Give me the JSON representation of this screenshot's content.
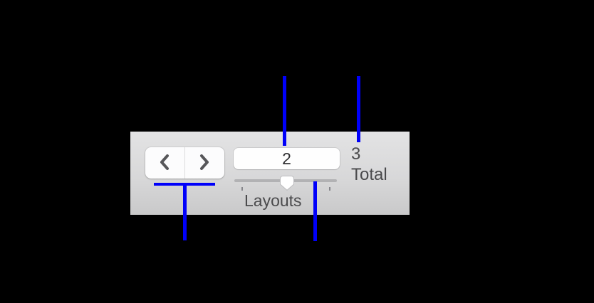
{
  "colors": {
    "page_background": "#000000",
    "callout_line": "#0000fa",
    "toolbar_gradient_top": "#e3e3e4",
    "toolbar_gradient_bottom": "#c9c9ca"
  },
  "toolbar": {
    "nav": {
      "previous_icon": "chevron-left",
      "next_icon": "chevron-right"
    },
    "layout_field": {
      "value": "2"
    },
    "total": {
      "count": "3",
      "label": "Total"
    },
    "slider": {
      "label": "Layouts",
      "thumb_position": "center",
      "visible_ticks": 2
    }
  }
}
